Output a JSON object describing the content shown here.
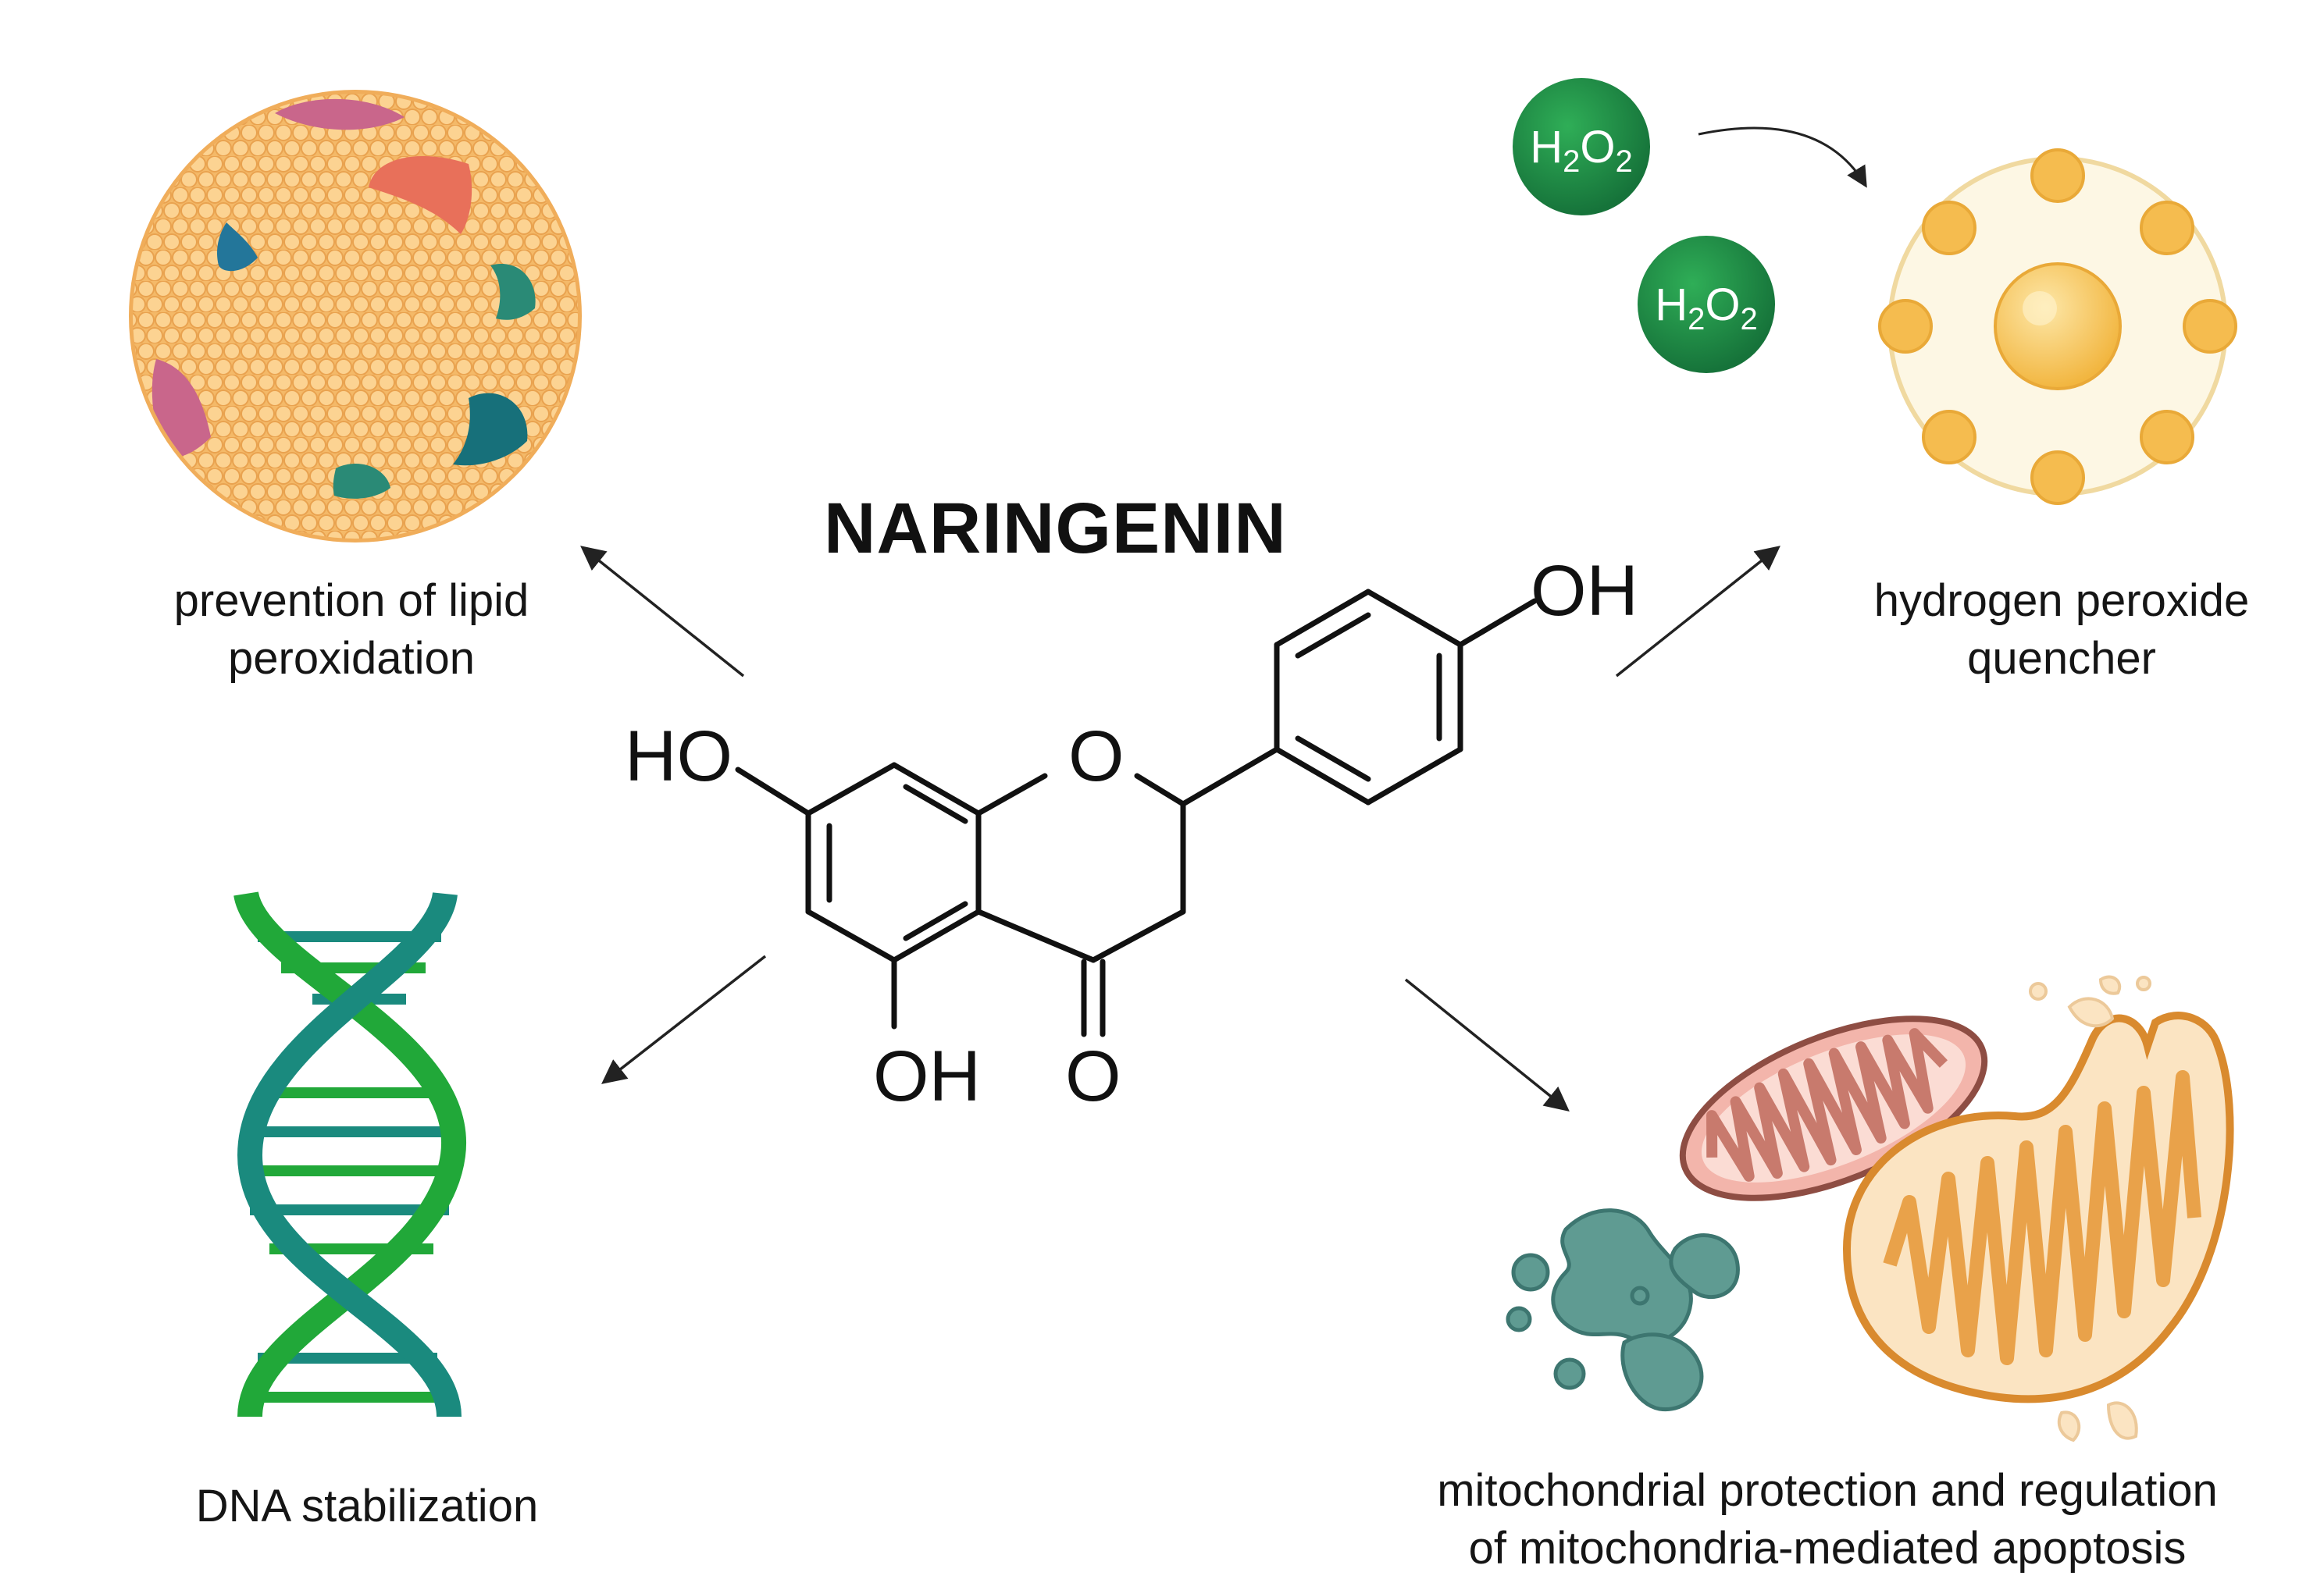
{
  "title": "NARINGENIN",
  "labels": {
    "lipid_line1": "prevention of lipid",
    "lipid_line2": "peroxidation",
    "h2o2_line1": "hydrogen peroxide",
    "h2o2_line2": "quencher",
    "dna": "DNA stabilization",
    "mito_line1": "mitochondrial protection and regulation",
    "mito_line2": "of mitochondria-mediated apoptosis"
  },
  "molecule_atoms": {
    "ho_left": "HO",
    "oh_top": "OH",
    "ring_o": "O",
    "oh_bottom": "OH",
    "carbonyl_o": "O"
  },
  "h2o2": {
    "main": "H",
    "sub1": "2",
    "mid": "O",
    "sub2": "2"
  },
  "colors": {
    "lipid_bead": "#f9c97a",
    "h2o2_green": "#1f8f3f",
    "dna_green": "#21a839",
    "dna_teal": "#1a8a7e",
    "mito_pink": "#f3b5ab",
    "mito_orange": "#e7a24a",
    "debris_teal": "#4e8f86"
  }
}
